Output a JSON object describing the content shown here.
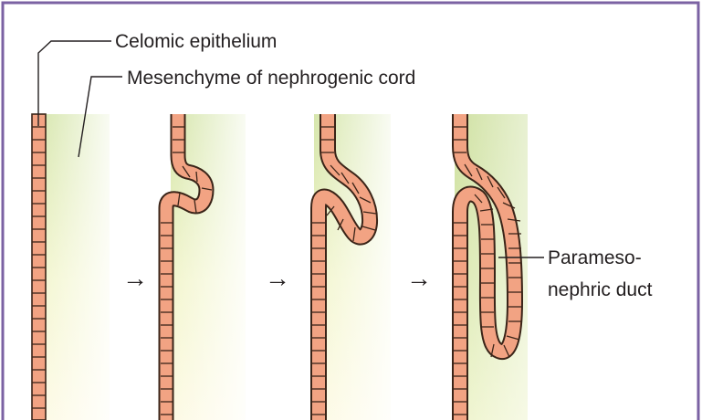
{
  "labels": {
    "celomic_epithelium": "Celomic epithelium",
    "mesenchyme": "Mesenchyme of nephrogenic cord",
    "paramesonephric_line1": "Parameso-",
    "paramesonephric_line2": "nephric duct"
  },
  "arrows": [
    "→",
    "→",
    "→"
  ],
  "colors": {
    "frame": "#7b62a3",
    "epithelium_fill": "#f2a383",
    "epithelium_stroke": "#3a2418",
    "mesenchyme_green": "#d2e3a8",
    "mesenchyme_yellow": "#fdf9df",
    "leader_line": "#231f20"
  }
}
